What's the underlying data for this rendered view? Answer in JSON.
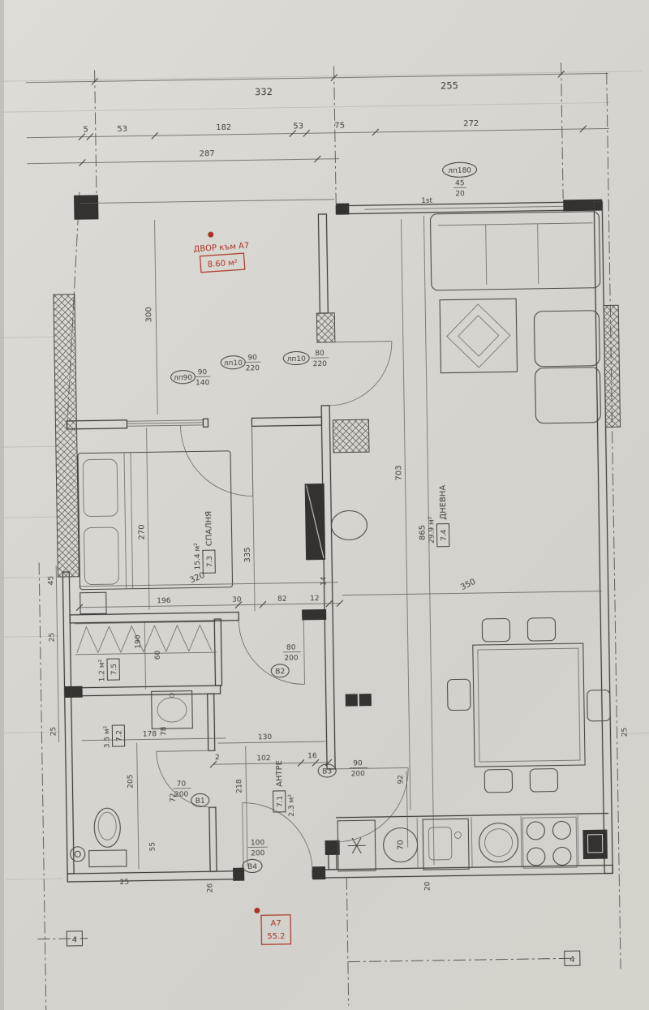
{
  "document": {
    "type": "Architectural floor plan (scanned)",
    "sheet_left": "4",
    "sheet_right": "4"
  },
  "colors": {
    "paper": "#d8d5cf",
    "ink": "#45443f",
    "red": "#a93425"
  },
  "icons": {
    "freezer": "snowflake-icon",
    "sheet_marker": "section-marker",
    "boiler": "boiler-circle"
  },
  "top_dimensions": {
    "row1": [
      "332",
      "255"
    ],
    "row2": [
      "5",
      "53",
      "182",
      "53",
      "75",
      "272"
    ],
    "row3": [
      "287"
    ],
    "note": "1st"
  },
  "lintels": {
    "lp180": {
      "label": "лп180",
      "w": "45",
      "h": "20"
    },
    "lp90": {
      "label": "лп90",
      "w": "90",
      "h": "140"
    },
    "lp10_bedroom": {
      "label": "лп10",
      "w": "90",
      "h": "220"
    },
    "lp10_hall": {
      "label": "лп10",
      "w": "80",
      "h": "220"
    }
  },
  "yard": {
    "title": "ДВОР към А7",
    "area": "8.60 м²"
  },
  "apartment": {
    "id": "А7",
    "area": "55.2"
  },
  "rooms": {
    "hall": {
      "num": "7.1",
      "name": "АНТРЕ",
      "area": "2.3 м²"
    },
    "bath": {
      "num": "7.2",
      "area": "3.5 м²"
    },
    "bedroom": {
      "num": "7.3",
      "name": "СПАЛНЯ",
      "area": "15.4 м²"
    },
    "living": {
      "num": "7.4",
      "name": "ДНЕВНА",
      "area": "29.9 м²"
    },
    "closet": {
      "num": "7.5",
      "area": "1.2 м²"
    }
  },
  "doors": {
    "b1": {
      "w": "70",
      "h": "200",
      "tag": "В1"
    },
    "b2": {
      "w": "80",
      "h": "200",
      "tag": "В2"
    },
    "b3": {
      "w": "90",
      "h": "200",
      "tag": "В3"
    },
    "b4": {
      "w": "100",
      "h": "200",
      "tag": "В4"
    }
  },
  "fixtures": {
    "boiler_volume": "70"
  },
  "dims": {
    "yard_300": "300",
    "living_703": "703",
    "living_865": "865",
    "living_350": "350",
    "living_92": "92",
    "bedroom_270": "270",
    "bedroom_335": "335",
    "bedroom_320": "320",
    "bedroom_14": "14",
    "row_196": "196",
    "row_30": "30",
    "row_82": "82",
    "row_12": "12",
    "left_45": "45",
    "left_25a": "25",
    "left_25b": "25",
    "closet_190": "190",
    "closet_60": "60",
    "bath_178": "178",
    "bath_78": "78",
    "bath_205": "205",
    "bath_72": "72",
    "bath_55": "55",
    "hall_130": "130",
    "hall_102": "102",
    "hall_16": "16",
    "hall_2": "2",
    "hall_218": "218",
    "bottom_25": "25",
    "bottom_26": "26",
    "bottom_20": "20",
    "right_25": "25"
  }
}
